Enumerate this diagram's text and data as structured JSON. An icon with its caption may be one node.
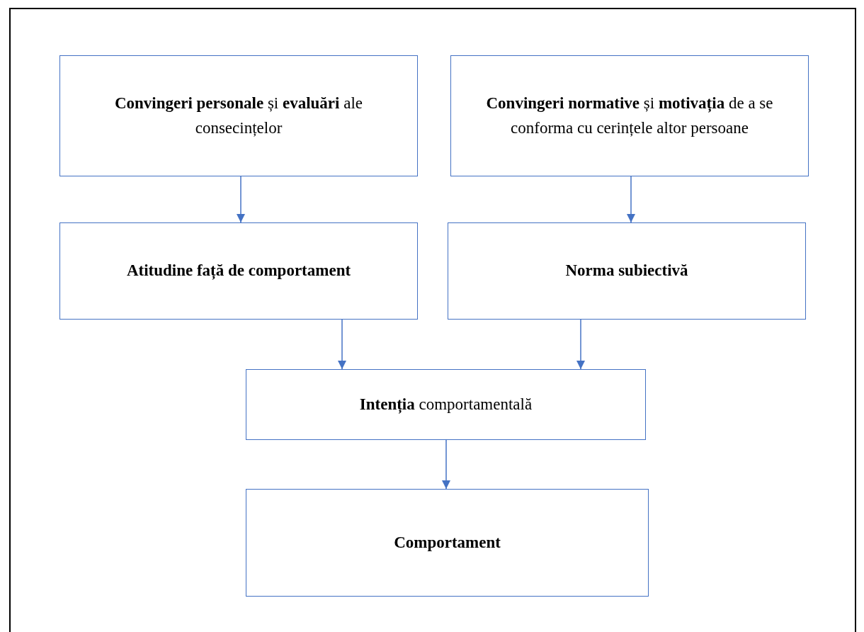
{
  "diagram": {
    "nodes": [
      {
        "text": [
          "**Convingeri personale** și **evaluări** ale consecințelor"
        ]
      },
      {
        "text": [
          "**Convingeri normative** și **motivația** de a se conforma cu cerințele altor persoane"
        ]
      },
      {
        "text": [
          "Atitudine față de comportament"
        ]
      },
      {
        "text": [
          "Norma subiectivă"
        ]
      },
      {
        "text": [
          "**Intenția** comportamentală"
        ]
      },
      {
        "text": [
          "Comportament"
        ]
      }
    ],
    "edges": [
      {
        "from": 0,
        "to": 2,
        "arrow": "to"
      },
      {
        "from": 1,
        "to": 3,
        "arrow": "to"
      },
      {
        "from": 2,
        "to": 4,
        "arrow": "to"
      },
      {
        "from": 3,
        "to": 4,
        "arrow": "to"
      },
      {
        "from": 4,
        "to": 5,
        "arrow": "to"
      }
    ]
  }
}
